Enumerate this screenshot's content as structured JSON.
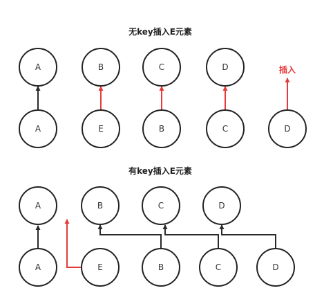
{
  "colors": {
    "black_edge": "#2a2a2a",
    "red_edge": "#e63a3a",
    "node_border": "#222222"
  },
  "sections": [
    {
      "title": "无key插入E元素",
      "top_nodes": [
        "A",
        "B",
        "C",
        "D"
      ],
      "bottom_nodes": [
        "A",
        "E",
        "B",
        "C",
        "D"
      ],
      "insert_label": "插入"
    },
    {
      "title": "有key插入E元素",
      "top_nodes": [
        "A",
        "B",
        "C",
        "D"
      ],
      "bottom_nodes": [
        "A",
        "E",
        "B",
        "C",
        "D"
      ]
    }
  ]
}
